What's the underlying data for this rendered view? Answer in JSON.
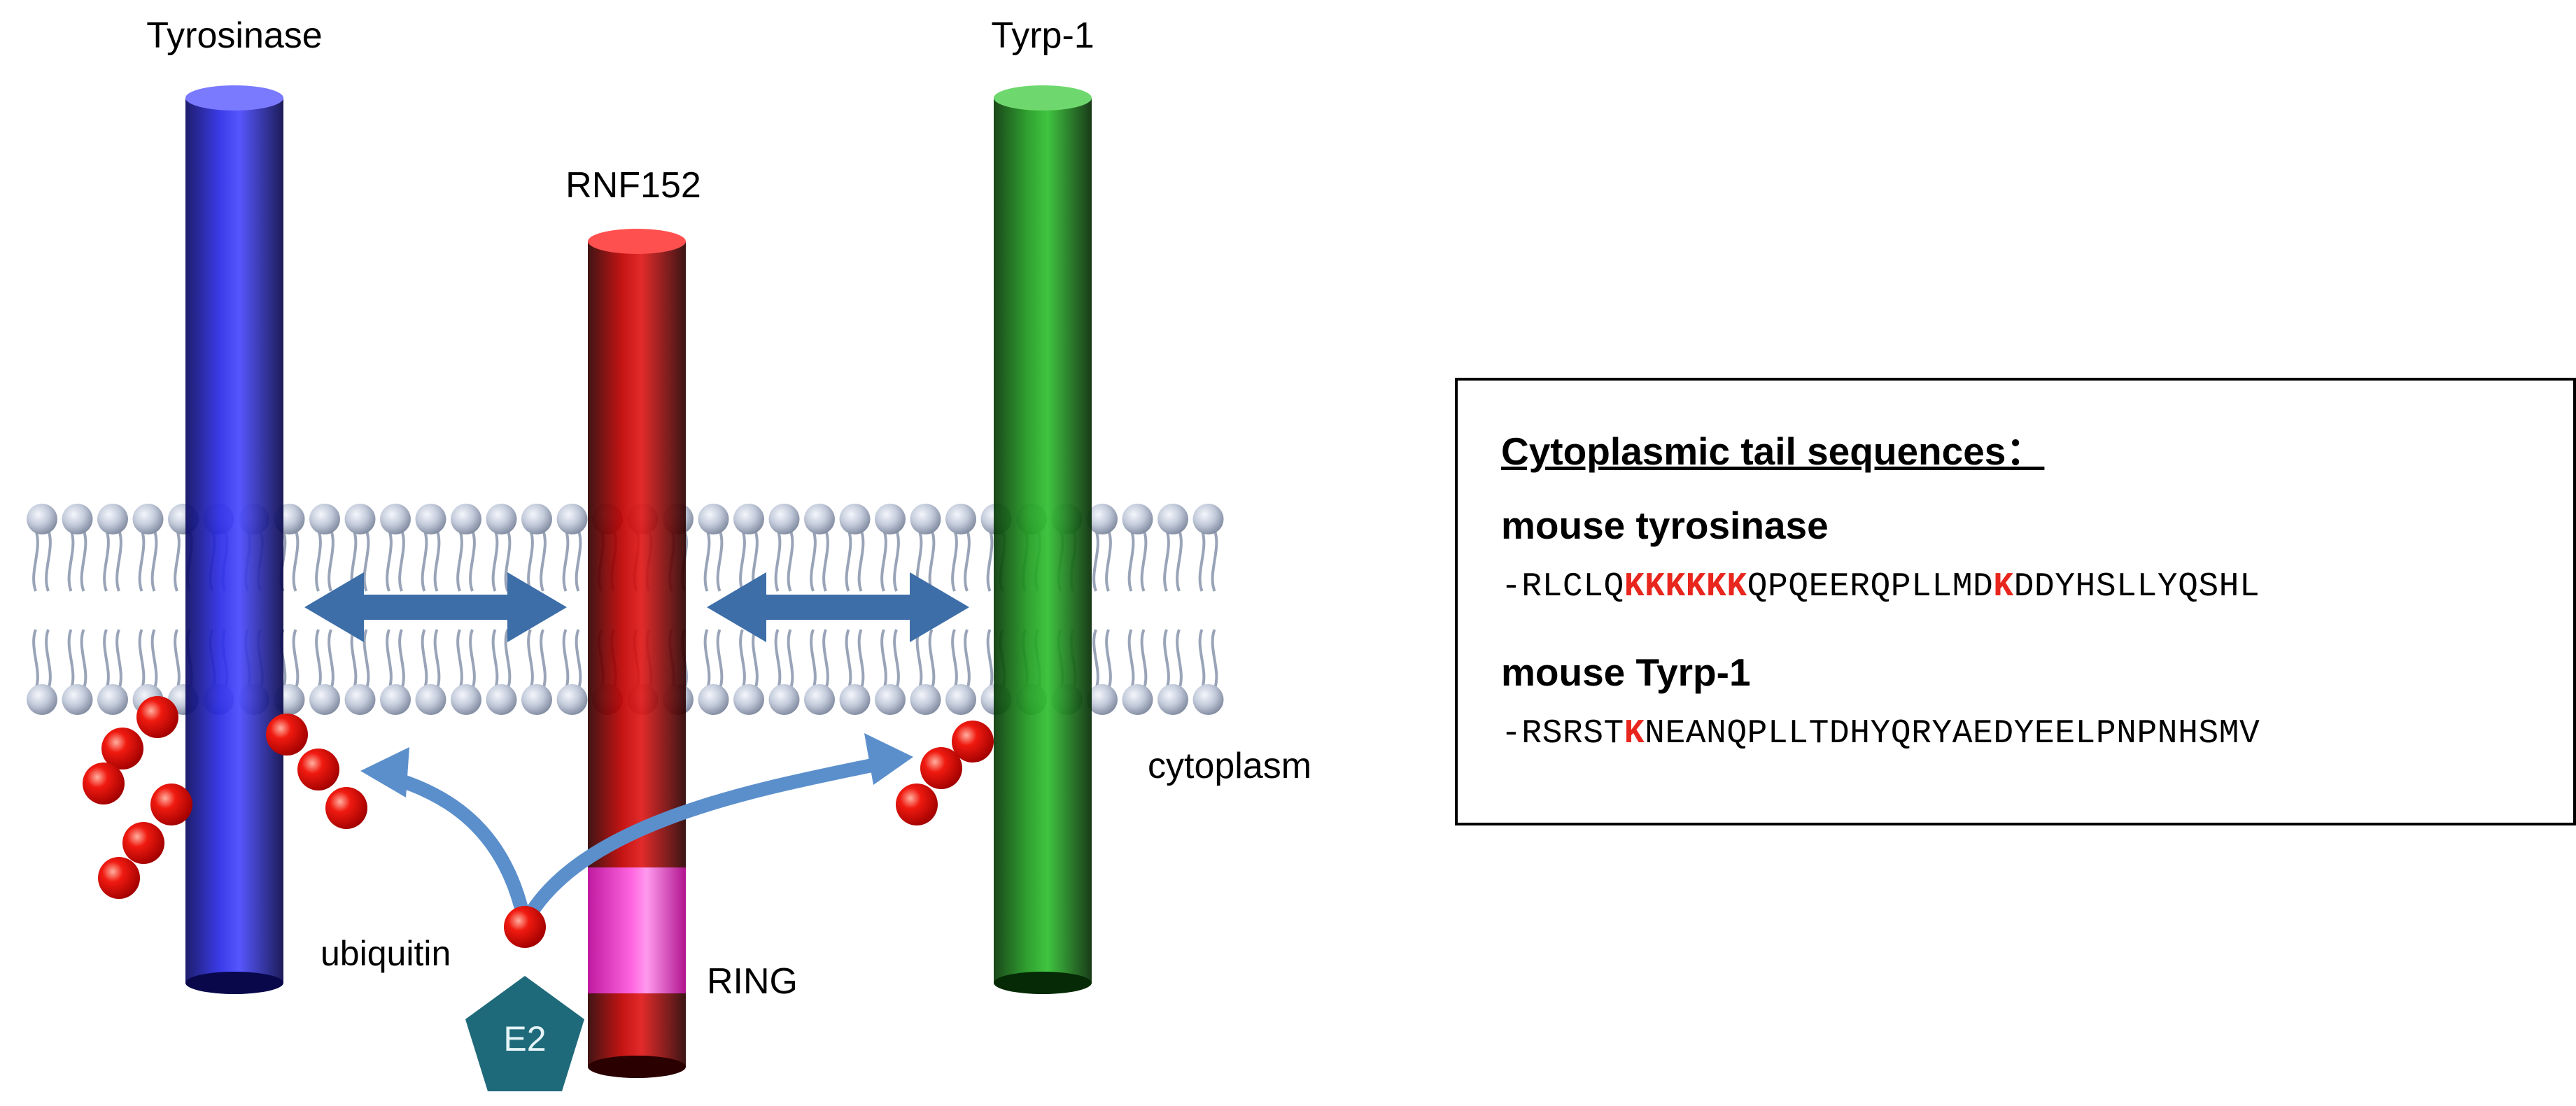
{
  "labels": {
    "tyrosinase": "Tyrosinase",
    "rnf152": "RNF152",
    "tyrp1": "Tyrp-1",
    "cytoplasm": "cytoplasm",
    "ubiquitin": "ubiquitin",
    "ring": "RING",
    "e2": "E2"
  },
  "colors": {
    "tyrosinase": "#1a1acc",
    "rnf152": "#b00000",
    "tyrp1": "#178017",
    "ring": "#ff4fd8",
    "ubiquitin": "#e8140c",
    "e2": "#1f6a7a",
    "arrow_dark": "#3d6ea8",
    "arrow_light": "#5b8fcc",
    "lipid": "#b9c4d8",
    "highlight": "#e8261e"
  },
  "sequences": {
    "title": "Cytoplasmic tail sequences",
    "title_suffix": "：",
    "items": [
      {
        "name": "mouse tyrosinase",
        "parts": [
          {
            "text": "-RLCLQ",
            "highlight": false
          },
          {
            "text": "KKKKKK",
            "highlight": true
          },
          {
            "text": "QPQEERQPLLMD",
            "highlight": false
          },
          {
            "text": "K",
            "highlight": true
          },
          {
            "text": "DDYHSLLYQSHL",
            "highlight": false
          }
        ]
      },
      {
        "name": "mouse Tyrp-1",
        "parts": [
          {
            "text": "-RSRST",
            "highlight": false
          },
          {
            "text": "K",
            "highlight": true
          },
          {
            "text": "NEANQPLLTDHYQRYAEDYEELPNPNHSMV",
            "highlight": false
          }
        ]
      }
    ]
  }
}
